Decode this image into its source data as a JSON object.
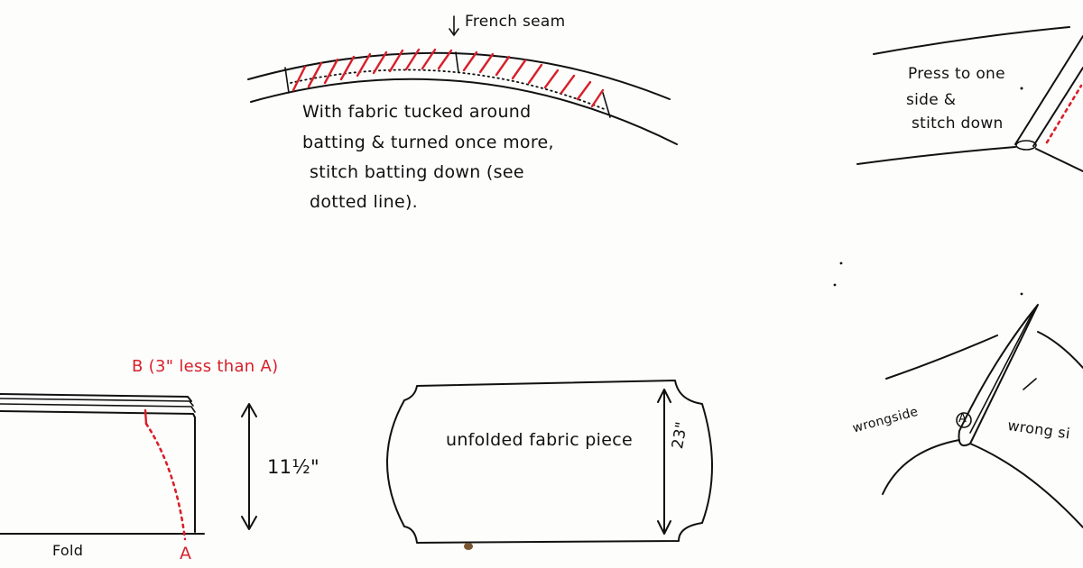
{
  "labels": {
    "french_seam": "French seam",
    "instruction_line1": "With fabric tucked around",
    "instruction_line2": "batting & turned once more,",
    "instruction_line3": "stitch batting down (see",
    "instruction_line4": "dotted line).",
    "press_line1": "Press to one",
    "press_line2": "side &",
    "press_line3": "stitch down",
    "point_b": "B (3\" less than A)",
    "height_measure": "11½\"",
    "fold": "Fold",
    "point_a": "A",
    "unfolded_piece": "unfolded fabric piece",
    "width_measure": "23\"",
    "wrong_side_left": "wrongside",
    "wrong_side_right": "wrong si",
    "circle_a": "A"
  },
  "colors": {
    "ink": "#111111",
    "accent_red": "#d8202a",
    "paper": "#fdfdfc"
  }
}
